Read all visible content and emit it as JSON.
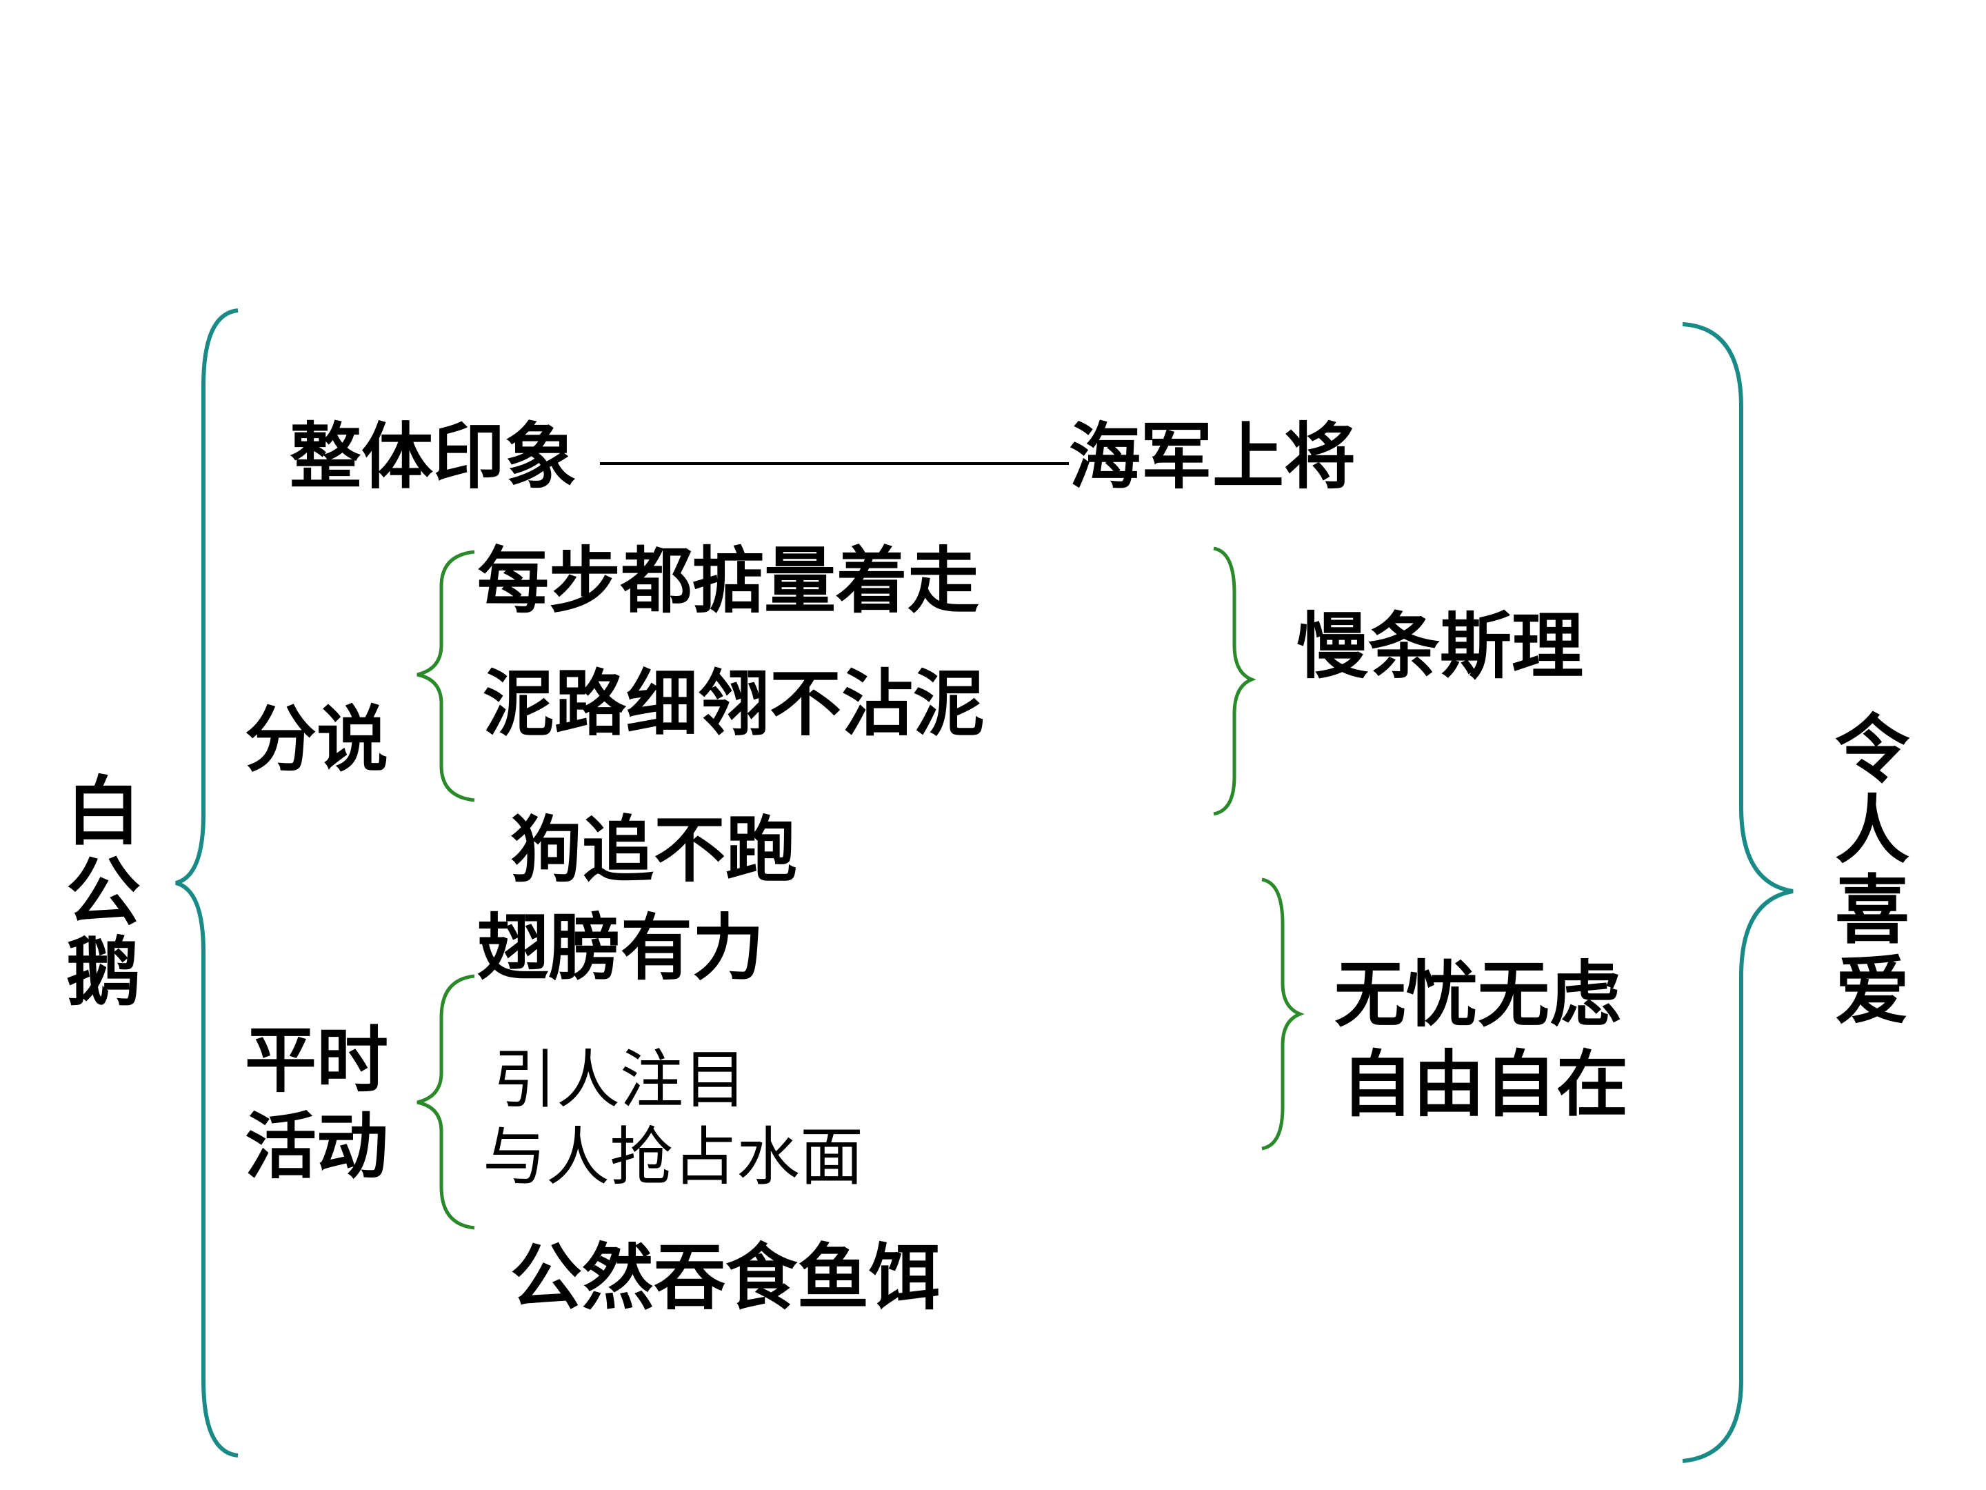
{
  "root": {
    "label": "白公鹅"
  },
  "conclusion": {
    "label": "令人喜爱"
  },
  "overall": {
    "label": "整体印象",
    "connector": "———————",
    "value": "海军上将"
  },
  "fenshuo": {
    "label": "分说",
    "items": [
      "每步都掂量着走",
      "泥路细翎不沾泥"
    ],
    "summary": "慢条斯理"
  },
  "middle": {
    "items": [
      "狗追不跑",
      "翅膀有力"
    ]
  },
  "pingshi": {
    "label": "平时\n活动",
    "label_lines": [
      "平时",
      "活动"
    ],
    "items": [
      "引人注目",
      "与人抢占水面"
    ],
    "summary_lines": [
      "无忧无虑",
      "自由自在"
    ]
  },
  "bottom": {
    "item": "公然吞食鱼饵"
  },
  "colors": {
    "outer_brace": "#1a8a87",
    "inner_brace": "#2a8a2a",
    "text": "#000000"
  }
}
